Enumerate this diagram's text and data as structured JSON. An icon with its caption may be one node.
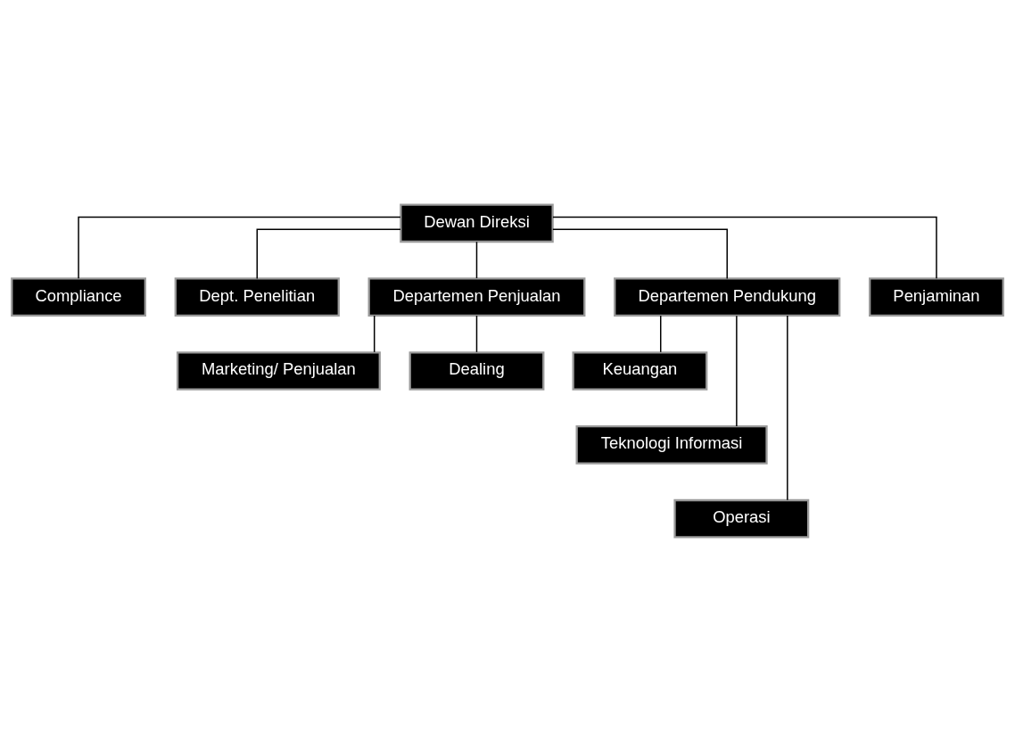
{
  "diagram": {
    "nodes": [
      {
        "text": [
          "Dewan Direksi"
        ]
      },
      {
        "text": [
          "Compliance"
        ]
      },
      {
        "text": [
          "Dept. Penelitian"
        ]
      },
      {
        "text": [
          "Departemen Penjualan"
        ]
      },
      {
        "text": [
          "Departemen Pendukung"
        ]
      },
      {
        "text": [
          "Penjaminan"
        ]
      },
      {
        "text": [
          "Marketing/ Penjualan"
        ]
      },
      {
        "text": [
          "Dealing"
        ]
      },
      {
        "text": [
          "Keuangan"
        ]
      },
      {
        "text": [
          "Teknologi Informasi"
        ]
      },
      {
        "text": [
          "Operasi"
        ]
      }
    ],
    "edges": [
      {
        "from": 0,
        "to": 1,
        "arrow": "none"
      },
      {
        "from": 0,
        "to": 2,
        "arrow": "none"
      },
      {
        "from": 0,
        "to": 3,
        "arrow": "none"
      },
      {
        "from": 0,
        "to": 4,
        "arrow": "none"
      },
      {
        "from": 0,
        "to": 5,
        "arrow": "none"
      },
      {
        "from": 3,
        "to": 6,
        "arrow": "none"
      },
      {
        "from": 3,
        "to": 7,
        "arrow": "none"
      },
      {
        "from": 4,
        "to": 8,
        "arrow": "none"
      },
      {
        "from": 4,
        "to": 9,
        "arrow": "none"
      },
      {
        "from": 4,
        "to": 10,
        "arrow": "none"
      }
    ]
  }
}
